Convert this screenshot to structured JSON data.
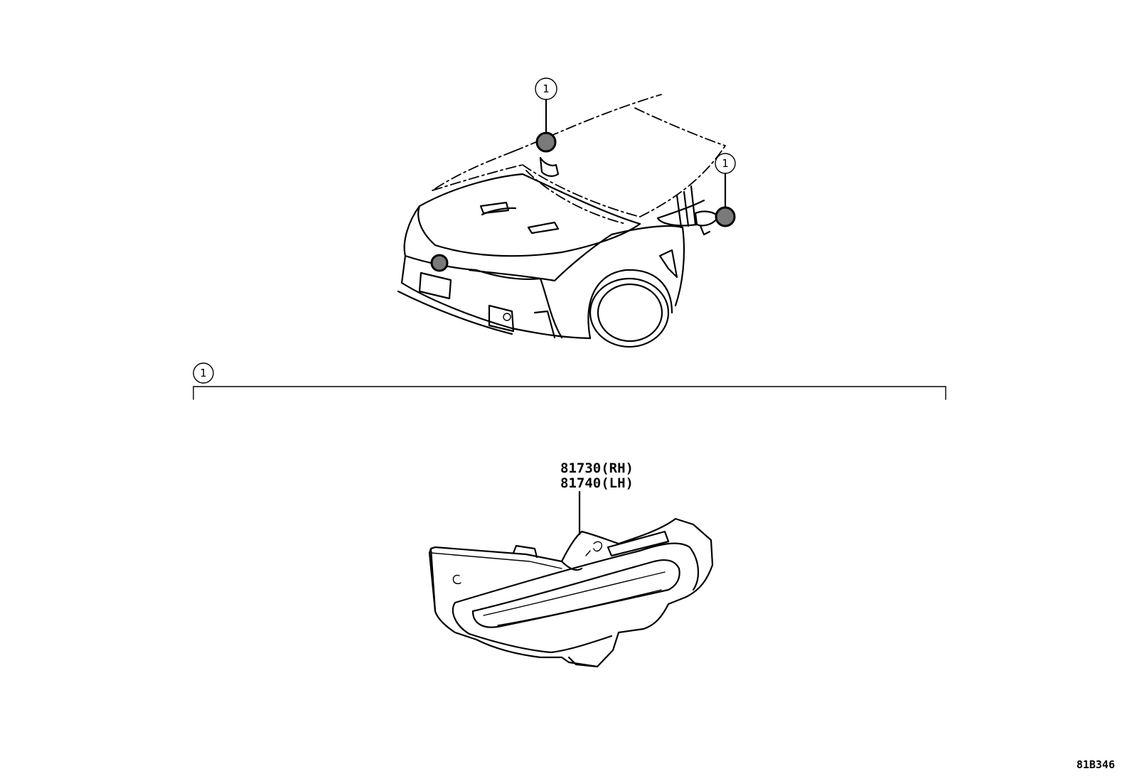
{
  "callouts": {
    "marker_top": "1",
    "marker_right": "1",
    "section_marker": "1"
  },
  "part": {
    "number_rh": "81730(RH)",
    "number_lh": "81740(LH)"
  },
  "illustration_code": "81B346"
}
